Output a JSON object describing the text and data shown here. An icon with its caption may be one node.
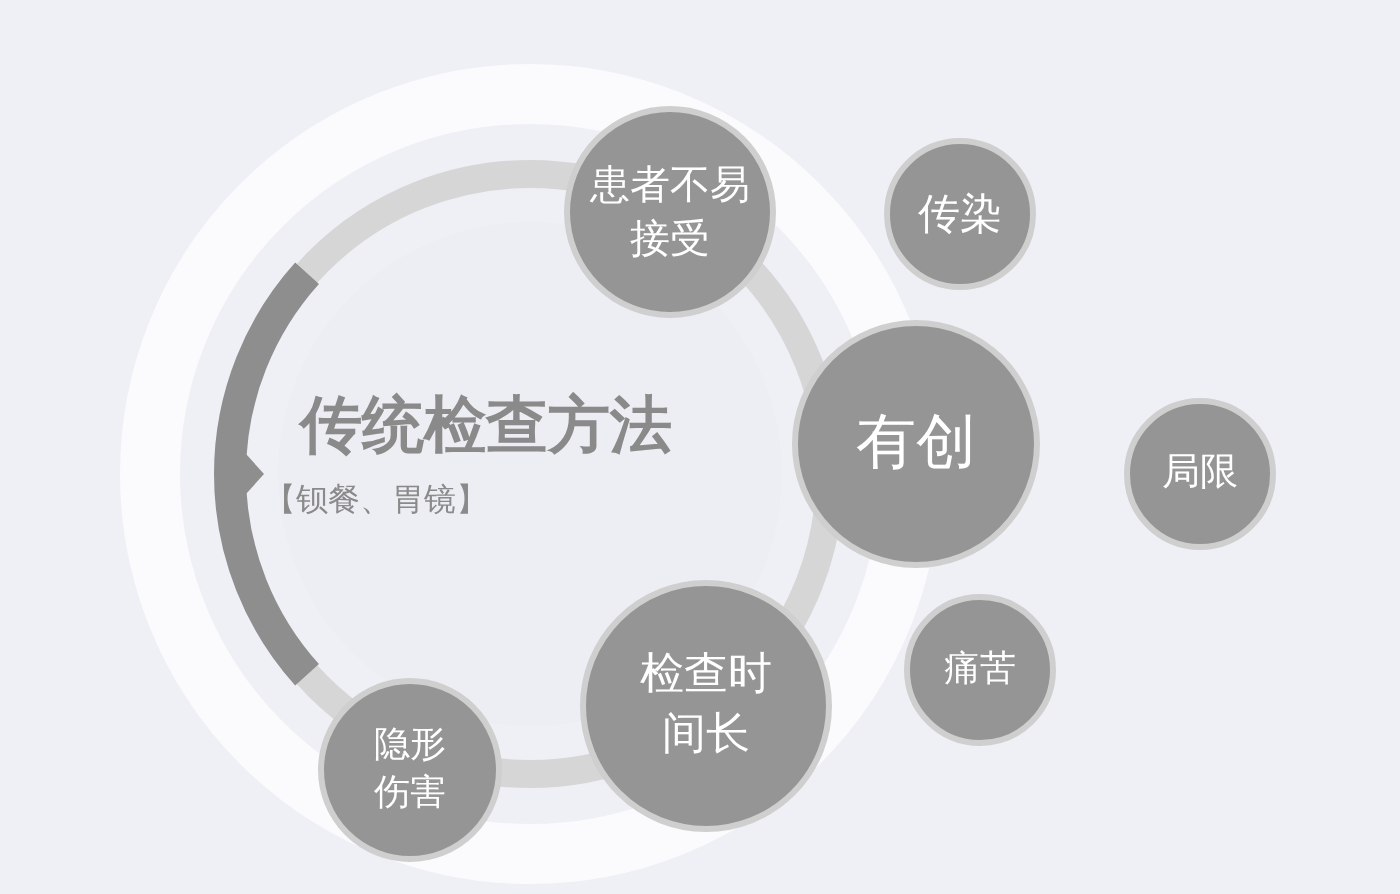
{
  "diagram": {
    "nodes": [
      {
        "text": [
          "传统检查方法",
          "【钡餐、胃镜】"
        ]
      },
      {
        "text": [
          "患者不易接受"
        ]
      },
      {
        "text": [
          "传染"
        ]
      },
      {
        "text": [
          "有创"
        ]
      },
      {
        "text": [
          "局限"
        ]
      },
      {
        "text": [
          "痛苦"
        ]
      },
      {
        "text": [
          "检查时间长"
        ]
      },
      {
        "text": [
          "隐形伤害"
        ]
      }
    ]
  }
}
